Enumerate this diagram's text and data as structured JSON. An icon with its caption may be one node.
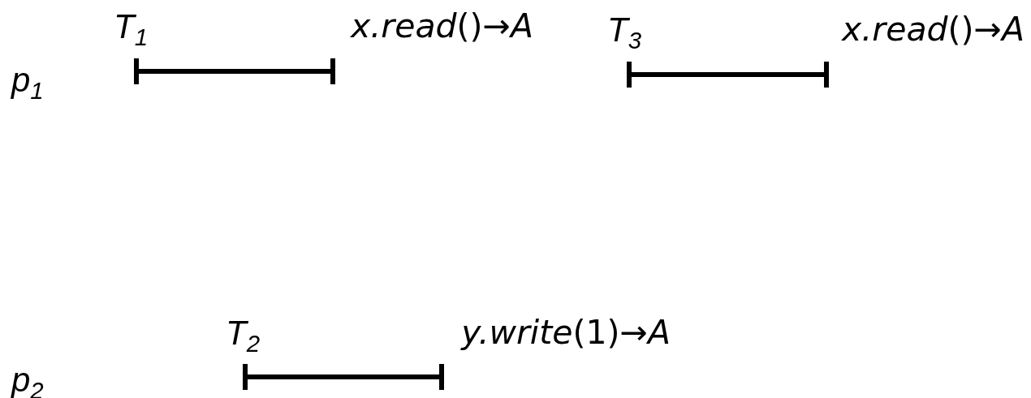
{
  "diagram": {
    "nodes": [
      {
        "text": [
          "T$_{1}$",
          "*x.read*()→*A*"
        ]
      },
      {
        "text": [
          "T$_{3}$",
          "*x.read*()→*A*"
        ]
      },
      {
        "text": [
          "T$_{2}$",
          "*y.write*(1)→*A*"
        ]
      }
    ],
    "labels": [
      "p$_{1}$",
      "p$_{2}$"
    ]
  }
}
